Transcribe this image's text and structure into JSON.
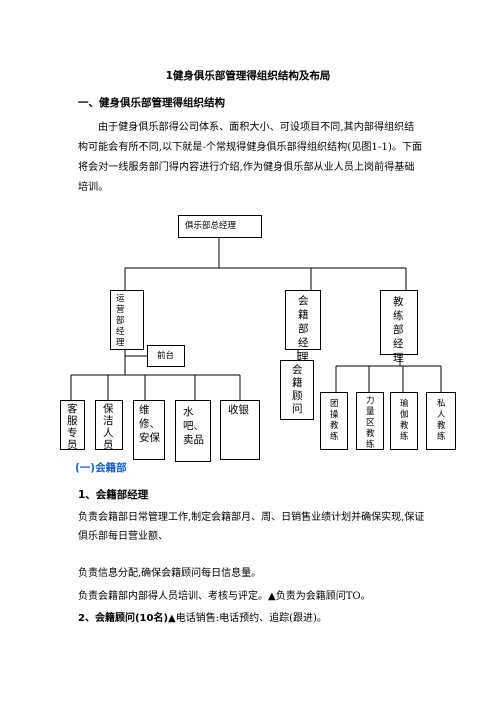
{
  "doc": {
    "title": "1健身俱乐部管理得组织结构及布局",
    "section1_heading": "一、健身俱乐部管理得组织结构",
    "intro_paragraph": "由于健身俱乐部得公司体系、面积大小、可设项目不同,其内部得组织结构可能会有所不同,以下就是-个常规得健身俱乐部得组织结构(见图1-1)。下面将会对一线服务部门得内容进行介绍,作为健身俱乐部从业人员上岗前得基础培训。",
    "subsection_heading": "(一)会籍部",
    "item1_heading": "1、会籍部经理",
    "item1_paragraph": "负责会籍部日常管理工作,制定会籍部月、周、日销售业绩计划并确保实现,保证俱乐部每日营业额、",
    "item1_line2": "负责信息分配,确保会籍顾问每日信息量。",
    "item1_line3": "负责会籍部内部得人员培训、考核与评定。▲负责为会籍顾问TO。",
    "item2_heading": "2、会籍顾问(10名)",
    "item2_text": "▲电话销售:电话预约、追踪(跟进)。"
  },
  "org_chart": {
    "root": "俱乐部总经理",
    "ops_manager": "运营部经理",
    "membership_manager": "会籍部经理",
    "coach_manager": "教练部经理",
    "front_desk": "前台",
    "membership_consultant": "会籍顾问",
    "ops_staff": [
      "客服专员",
      "保洁人员",
      "维修、安保",
      "水吧、卖品",
      "收银"
    ],
    "coaches": [
      "团操教练",
      "力量区教练",
      "瑜伽教练",
      "私人教练"
    ]
  }
}
